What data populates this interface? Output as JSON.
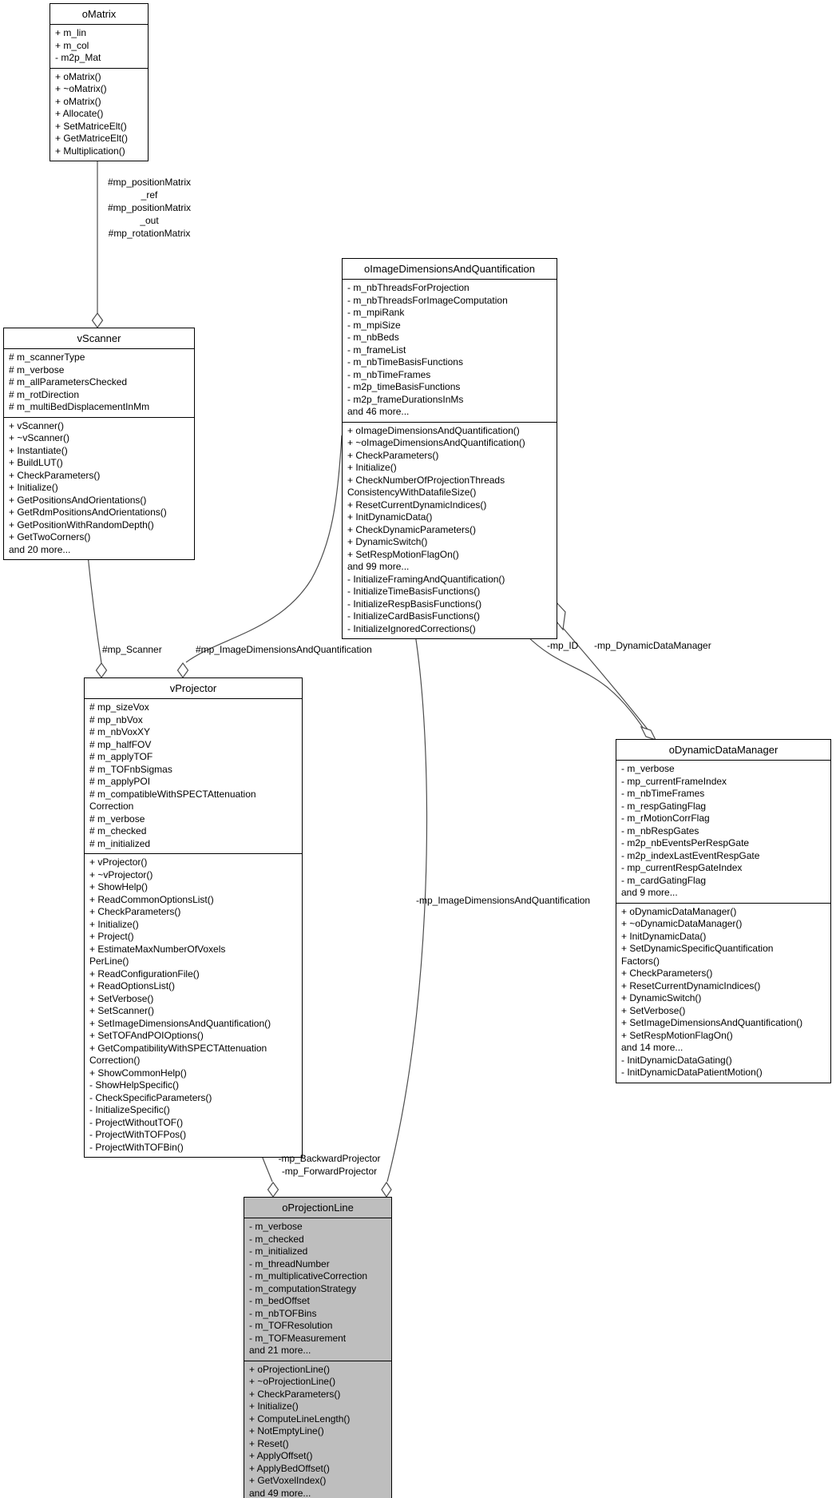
{
  "diagram": {
    "type": "uml-collaboration-diagram",
    "edge_color": "#4d4d4d",
    "border_color": "#000000",
    "box_fill": "#ffffff",
    "highlight_fill": "#bebebe"
  },
  "classes": {
    "oMatrix": {
      "title": "oMatrix",
      "attributes": [
        "+ m_lin",
        "+ m_col",
        "- m2p_Mat"
      ],
      "methods": [
        "+ oMatrix()",
        "+ ~oMatrix()",
        "+ oMatrix()",
        "+ Allocate()",
        "+ SetMatriceElt()",
        "+ GetMatriceElt()",
        "+ Multiplication()"
      ]
    },
    "vScanner": {
      "title": "vScanner",
      "attributes": [
        "# m_scannerType",
        "# m_verbose",
        "# m_allParametersChecked",
        "# m_rotDirection",
        "# m_multiBedDisplacementInMm"
      ],
      "methods": [
        "+ vScanner()",
        "+ ~vScanner()",
        "+ Instantiate()",
        "+ BuildLUT()",
        "+ CheckParameters()",
        "+ Initialize()",
        "+ GetPositionsAndOrientations()",
        "+ GetRdmPositionsAndOrientations()",
        "+ GetPositionWithRandomDepth()",
        "+ GetTwoCorners()",
        "and 20 more..."
      ]
    },
    "oImageDimensionsAndQuantification": {
      "title": "oImageDimensionsAndQuantification",
      "attributes": [
        "- m_nbThreadsForProjection",
        "- m_nbThreadsForImageComputation",
        "- m_mpiRank",
        "- m_mpiSize",
        "- m_nbBeds",
        "- m_frameList",
        "- m_nbTimeBasisFunctions",
        "- m_nbTimeFrames",
        "- m2p_timeBasisFunctions",
        "- m2p_frameDurationsInMs",
        "and 46 more..."
      ],
      "methods": [
        "+ oImageDimensionsAndQuantification()",
        "+ ~oImageDimensionsAndQuantification()",
        "+ CheckParameters()",
        "+ Initialize()",
        "+ CheckNumberOfProjectionThreads",
        "ConsistencyWithDatafileSize()",
        "+ ResetCurrentDynamicIndices()",
        "+ InitDynamicData()",
        "+ CheckDynamicParameters()",
        "+ DynamicSwitch()",
        "+ SetRespMotionFlagOn()",
        "and 99 more...",
        "- InitializeFramingAndQuantification()",
        "- InitializeTimeBasisFunctions()",
        "- InitializeRespBasisFunctions()",
        "- InitializeCardBasisFunctions()",
        "- InitializeIgnoredCorrections()"
      ]
    },
    "vProjector": {
      "title": "vProjector",
      "attributes": [
        "# mp_sizeVox",
        "# mp_nbVox",
        "# m_nbVoxXY",
        "# mp_halfFOV",
        "# m_applyTOF",
        "# m_TOFnbSigmas",
        "# m_applyPOI",
        "# m_compatibleWithSPECTAttenuation",
        "Correction",
        "# m_verbose",
        "# m_checked",
        "# m_initialized"
      ],
      "methods": [
        "+ vProjector()",
        "+ ~vProjector()",
        "+ ShowHelp()",
        "+ ReadCommonOptionsList()",
        "+ CheckParameters()",
        "+ Initialize()",
        "+ Project()",
        "+ EstimateMaxNumberOfVoxels",
        "PerLine()",
        "+ ReadConfigurationFile()",
        "+ ReadOptionsList()",
        "+ SetVerbose()",
        "+ SetScanner()",
        "+ SetImageDimensionsAndQuantification()",
        "+ SetTOFAndPOIOptions()",
        "+ GetCompatibilityWithSPECTAttenuation",
        "Correction()",
        "+ ShowCommonHelp()",
        "- ShowHelpSpecific()",
        "- CheckSpecificParameters()",
        "- InitializeSpecific()",
        "- ProjectWithoutTOF()",
        "- ProjectWithTOFPos()",
        "- ProjectWithTOFBin()"
      ]
    },
    "oDynamicDataManager": {
      "title": "oDynamicDataManager",
      "attributes": [
        "- m_verbose",
        "- mp_currentFrameIndex",
        "- m_nbTimeFrames",
        "- m_respGatingFlag",
        "- m_rMotionCorrFlag",
        "- m_nbRespGates",
        "- m2p_nbEventsPerRespGate",
        "- m2p_indexLastEventRespGate",
        "- mp_currentRespGateIndex",
        "- m_cardGatingFlag",
        "and 9 more..."
      ],
      "methods": [
        "+ oDynamicDataManager()",
        "+ ~oDynamicDataManager()",
        "+ InitDynamicData()",
        "+ SetDynamicSpecificQuantification",
        "Factors()",
        "+ CheckParameters()",
        "+ ResetCurrentDynamicIndices()",
        "+ DynamicSwitch()",
        "+ SetVerbose()",
        "+ SetImageDimensionsAndQuantification()",
        "+ SetRespMotionFlagOn()",
        "and 14 more...",
        "- InitDynamicDataGating()",
        "- InitDynamicDataPatientMotion()"
      ]
    },
    "oProjectionLine": {
      "title": "oProjectionLine",
      "attributes": [
        "- m_verbose",
        "- m_checked",
        "- m_initialized",
        "- m_threadNumber",
        "- m_multiplicativeCorrection",
        "- m_computationStrategy",
        "- m_bedOffset",
        "- m_nbTOFBins",
        "- m_TOFResolution",
        "- m_TOFMeasurement",
        "and 21 more..."
      ],
      "methods": [
        "+ oProjectionLine()",
        "+ ~oProjectionLine()",
        "+ CheckParameters()",
        "+ Initialize()",
        "+ ComputeLineLength()",
        "+ NotEmptyLine()",
        "+ Reset()",
        "+ ApplyOffset()",
        "+ ApplyBedOffset()",
        "+ GetVoxelIndex()",
        "and 49 more..."
      ]
    }
  },
  "labels": {
    "matrix_members": "#mp_positionMatrix\n_ref\n#mp_positionMatrix\n_out\n#mp_rotationMatrix",
    "mp_scanner": "#mp_Scanner",
    "mp_idq_projector": "#mp_ImageDimensionsAndQuantification",
    "mp_id": "-mp_ID",
    "mp_dynamic_data_manager": "-mp_DynamicDataManager",
    "mp_idq_projection_line": "-mp_ImageDimensionsAndQuantification",
    "projectors": "-mp_BackwardProjector\n-mp_ForwardProjector"
  }
}
